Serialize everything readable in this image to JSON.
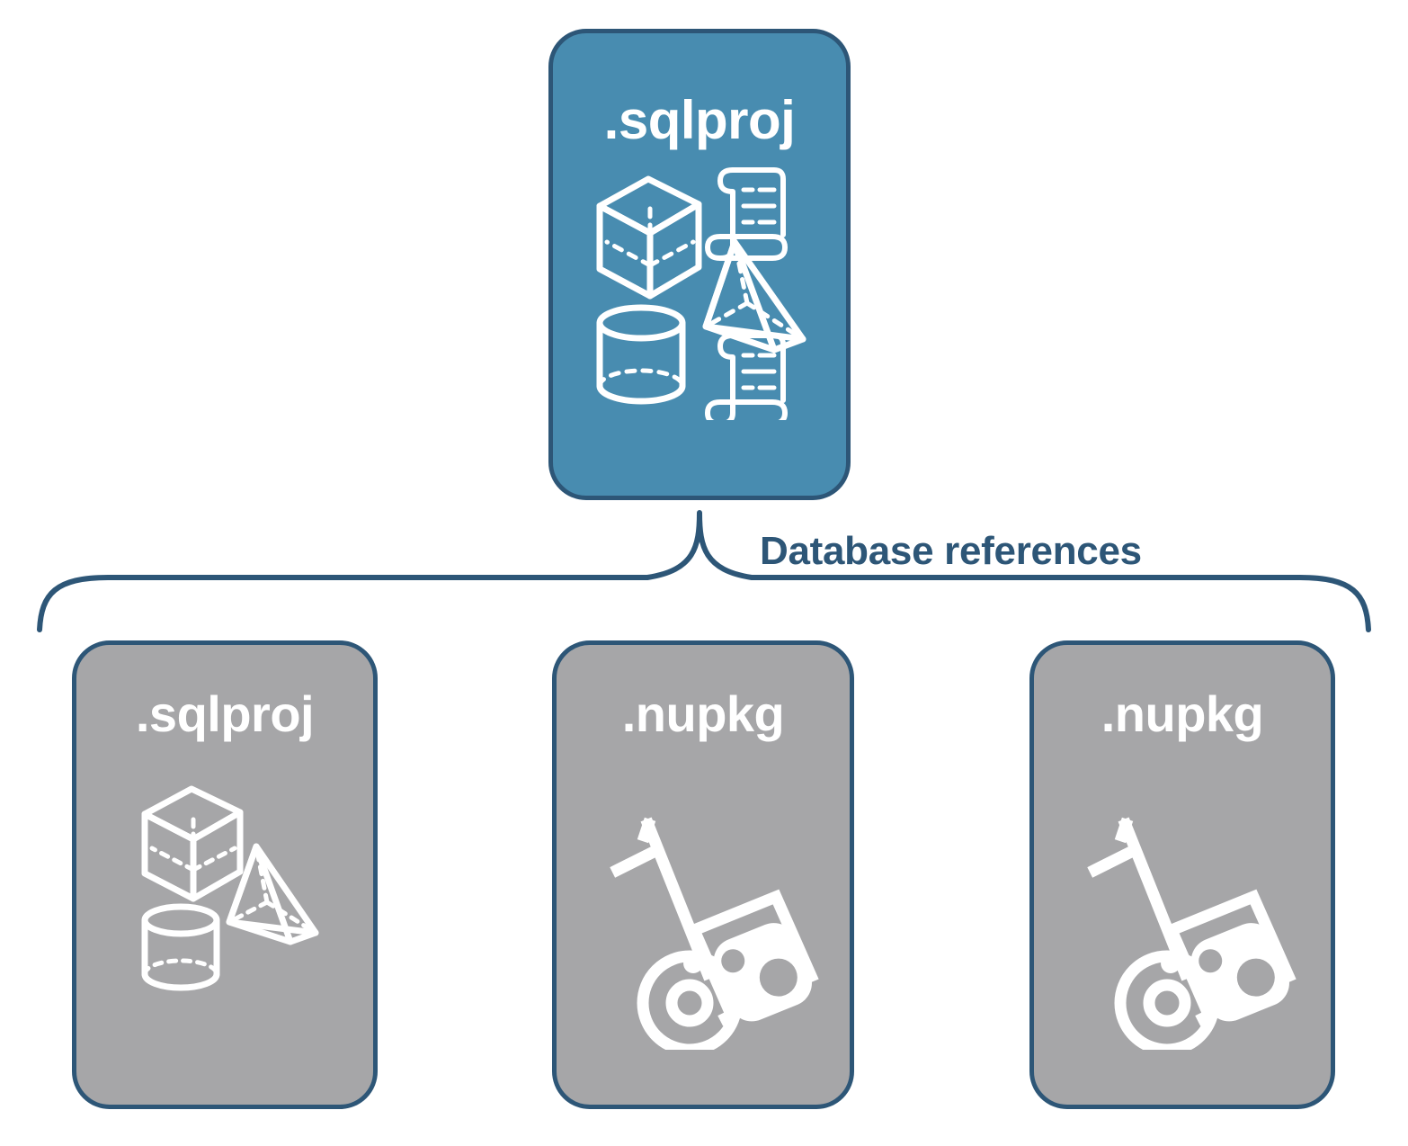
{
  "diagram": {
    "title_text": "Database references",
    "colors": {
      "card_accent": "#488cb0",
      "card_neutral": "#a6a6a8",
      "outline": "#2d5677",
      "label_text": "#2d5677",
      "icon": "#ffffff",
      "background": "#ffffff"
    }
  },
  "root": {
    "label": ".sqlproj",
    "icons": [
      "cube-icon",
      "pyramid-icon",
      "cylinder-icon",
      "script-scroll-icon",
      "script-scroll-icon"
    ]
  },
  "connector": {
    "label": "Database references",
    "style": "curly-brace",
    "branches": 3
  },
  "references": [
    {
      "label": ".sqlproj",
      "kind": "project",
      "icons": [
        "cube-icon",
        "pyramid-icon",
        "cylinder-icon"
      ]
    },
    {
      "label": ".nupkg",
      "kind": "package",
      "icons": [
        "nuget-hand-truck-icon"
      ]
    },
    {
      "label": ".nupkg",
      "kind": "package",
      "icons": [
        "nuget-hand-truck-icon"
      ]
    }
  ]
}
